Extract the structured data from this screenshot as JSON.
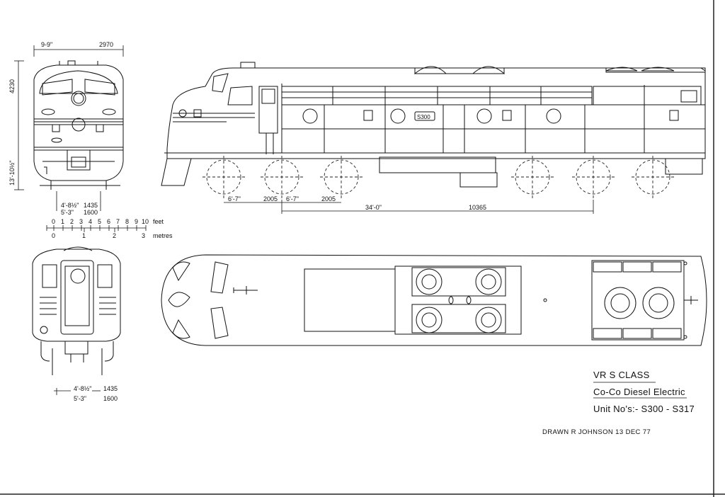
{
  "title_block": {
    "line1": "VR  S  CLASS",
    "line2": "Co-Co Diesel Electric",
    "line3": "Unit No's:-  S300 - S317",
    "drawn_by": "DRAWN  R  JOHNSON  13 DEC 77"
  },
  "front_view_dims": {
    "width_imperial": "9-9\"",
    "width_metric": "2970",
    "height_metric": "4230",
    "height_imperial": "13'-10½\"",
    "gauge_imperial": "4'-8½\"",
    "gauge_metric": "1435",
    "broad_gauge_imperial": "5'-3\"",
    "broad_gauge_metric": "1600"
  },
  "scale_bar": {
    "feet_label": "feet",
    "metres_label": "metres",
    "feet_ticks": [
      "0",
      "1",
      "2",
      "3",
      "4",
      "5",
      "6",
      "7",
      "8",
      "9",
      "10"
    ],
    "metre_ticks": [
      "0",
      "1",
      "2",
      "3"
    ]
  },
  "side_view": {
    "number_plate": "S300",
    "bogie_dims": [
      "6'-7\"",
      "2005",
      "6'-7\"",
      "2005"
    ],
    "centres_imperial": "34'-0\"",
    "centres_metric": "10365"
  },
  "rear_view_dims": {
    "gauge_imperial": "4'-8½\"",
    "gauge_metric": "1435",
    "broad_gauge_imperial": "5'-3\"",
    "broad_gauge_metric": "1600"
  }
}
